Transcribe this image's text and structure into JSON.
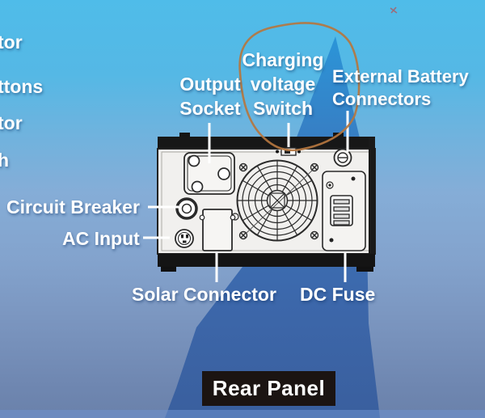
{
  "colors": {
    "sky_top": "#4fbce9",
    "sky_bottom": "#6a81aa",
    "beam_top": "#2b95d8",
    "beam_bottom": "#3a5f9e",
    "bottom_strip": "#6e93cf",
    "annotation_orange": "#b5763f",
    "red_mark": "#cc3a33",
    "badge_bg": "#1b1412",
    "label_text": "#ffffff",
    "panel_face": "#f1f0ee",
    "line_art": "#2a2a2a"
  },
  "fragments": [
    {
      "text": "tor"
    },
    {
      "text": "ttons"
    },
    {
      "text": "tor"
    },
    {
      "text": "h"
    }
  ],
  "callouts": {
    "output_socket": {
      "line1": "Output",
      "line2": "Socket"
    },
    "charging_switch": {
      "line1": "Charging",
      "line2": "voltage",
      "line3": "Switch"
    },
    "external_battery": {
      "line1": "External Battery",
      "line2": "Connectors"
    },
    "circuit_breaker": {
      "label": "Circuit Breaker"
    },
    "ac_input": {
      "label": "AC Input"
    },
    "solar_connector": {
      "label": "Solar Connector"
    },
    "dc_fuse": {
      "label": "DC Fuse"
    }
  },
  "badge": {
    "label": "Rear Panel"
  },
  "panel_components": [
    {
      "icon": "output-socket-drawing"
    },
    {
      "icon": "fan-grill-drawing"
    },
    {
      "icon": "charging-voltage-switch-drawing"
    },
    {
      "icon": "external-battery-connector-drawing"
    },
    {
      "icon": "dc-fuse-drawing"
    },
    {
      "icon": "circuit-breaker-drawing"
    },
    {
      "icon": "ac-input-drawing"
    },
    {
      "icon": "solar-connector-drawing"
    }
  ]
}
